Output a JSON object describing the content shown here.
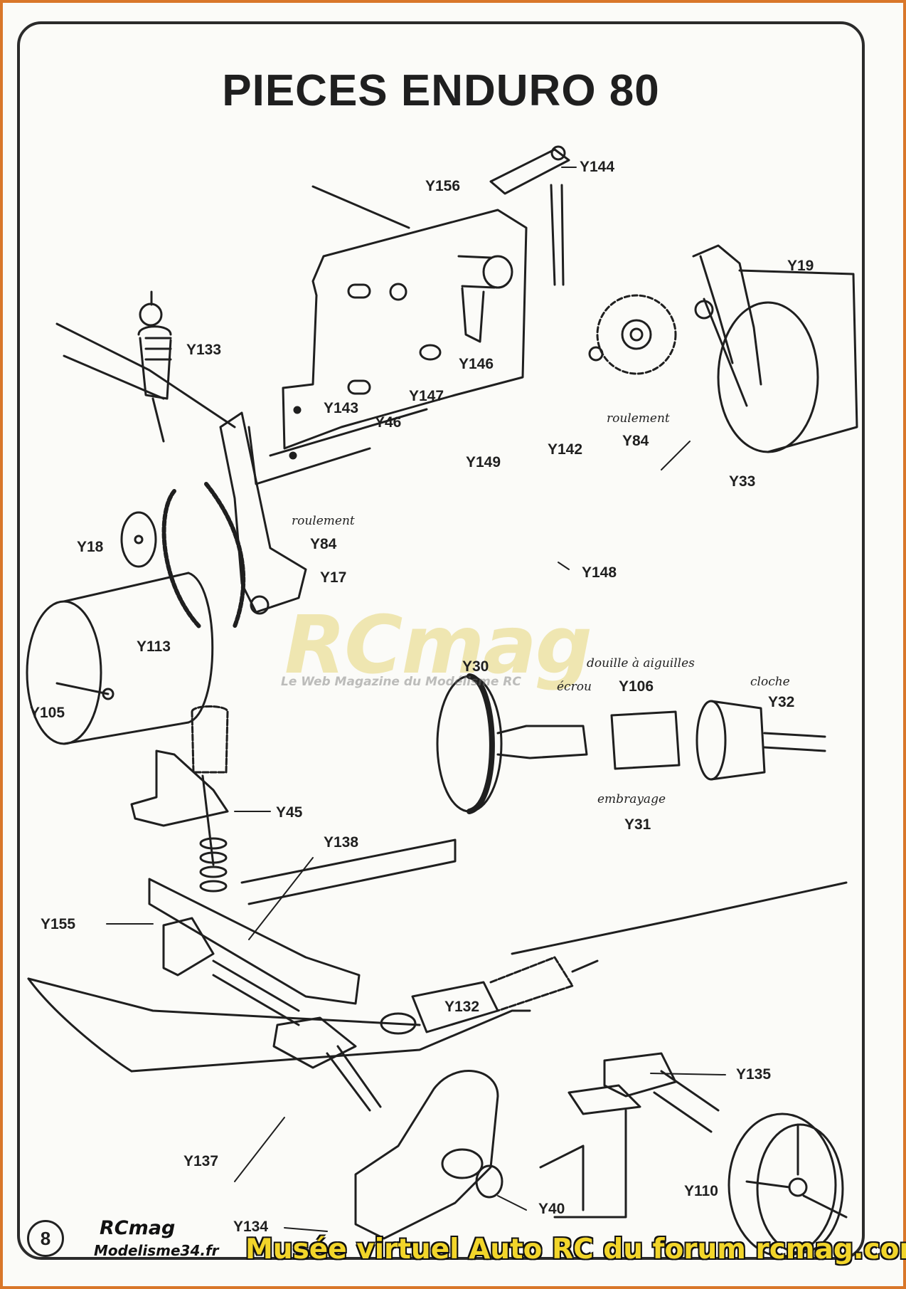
{
  "title": "PIECES ENDURO 80",
  "labels": {
    "y144": "Y144",
    "y156": "Y156",
    "y19": "Y19",
    "y133": "Y133",
    "y146": "Y146",
    "y147": "Y147",
    "y143": "Y143",
    "y46": "Y46",
    "y149": "Y149",
    "y142": "Y142",
    "y84_right": "Y84",
    "y84_left": "Y84",
    "y33": "Y33",
    "y18": "Y18",
    "y17": "Y17",
    "y148": "Y148",
    "y113": "Y113",
    "y105": "Y105",
    "y30": "Y30",
    "y106": "Y106",
    "y32": "Y32",
    "y31": "Y31",
    "y45": "Y45",
    "y138": "Y138",
    "y155": "Y155",
    "y132": "Y132",
    "y135": "Y135",
    "y137": "Y137",
    "y134": "Y134",
    "y40": "Y40",
    "y110": "Y110"
  },
  "handwritten": {
    "roulement_right": "roulement",
    "roulement_left": "roulement",
    "douille": "douille à aiguilles",
    "ecrou": "écrou",
    "cloche": "cloche",
    "embrayage": "embrayage"
  },
  "watermark": {
    "brand": "RCmag",
    "tagline": "Le Web Magazine du Modélisme RC"
  },
  "page_number": "8",
  "logo": {
    "line1": "RCmag",
    "line2": "Modelisme34.fr"
  },
  "footer": "Musée virtuel Auto RC du forum rcmag.com"
}
